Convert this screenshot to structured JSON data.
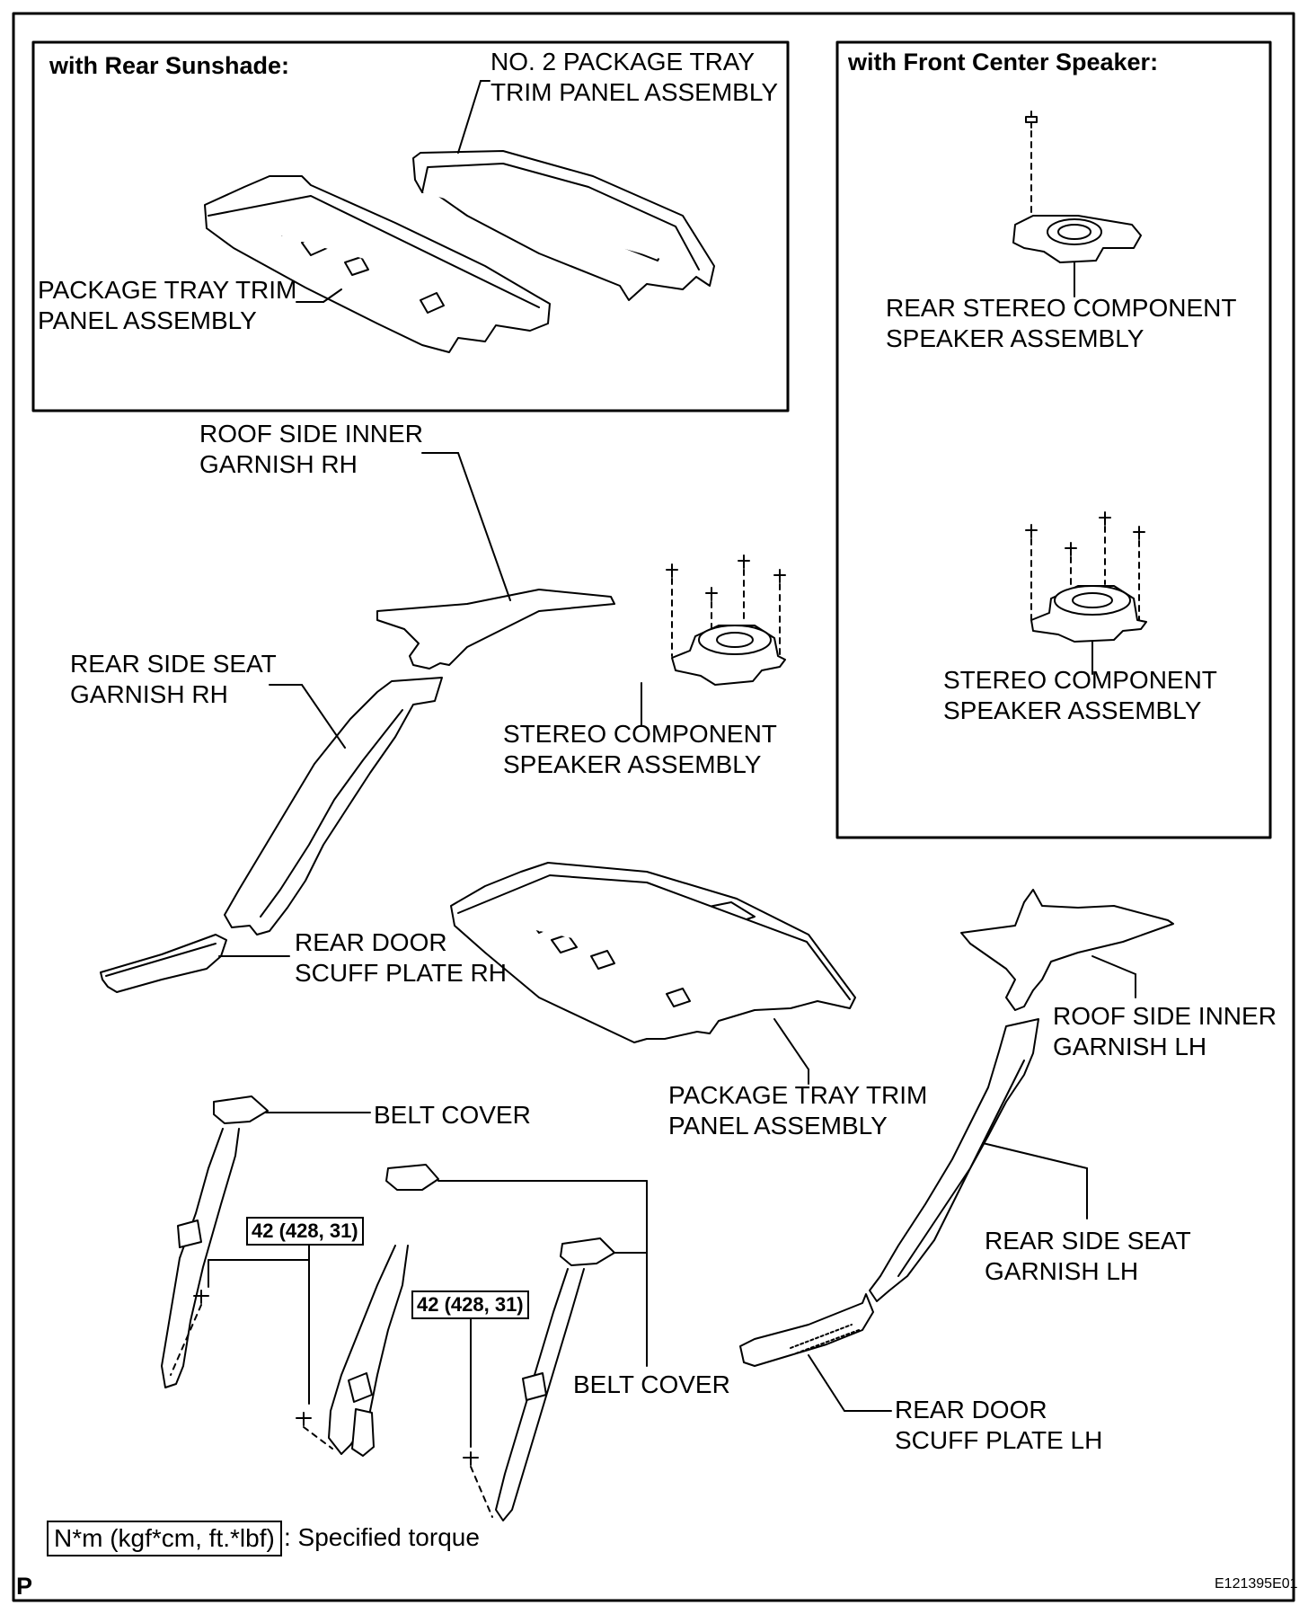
{
  "insets": {
    "rear_sunshade": {
      "heading": "with Rear Sunshade:",
      "no2_tray": "NO. 2 PACKAGE TRAY\nTRIM PANEL ASSEMBLY",
      "tray": "PACKAGE TRAY TRIM\nPANEL ASSEMBLY"
    },
    "front_center_speaker": {
      "heading": "with Front Center Speaker:",
      "rear_stereo": "REAR STEREO COMPONENT\nSPEAKER ASSEMBLY",
      "stereo": "STEREO COMPONENT\nSPEAKER ASSEMBLY"
    }
  },
  "labels": {
    "roof_rh": "ROOF SIDE INNER\nGARNISH RH",
    "rear_side_seat_rh": "REAR SIDE SEAT\nGARNISH RH",
    "stereo_main": "STEREO COMPONENT\nSPEAKER ASSEMBLY",
    "scuff_rh": "REAR DOOR\nSCUFF PLATE RH",
    "tray_main": "PACKAGE TRAY TRIM\nPANEL ASSEMBLY",
    "roof_lh": "ROOF SIDE INNER\nGARNISH LH",
    "belt_cover_1": "BELT COVER",
    "belt_cover_2": "BELT COVER",
    "rear_side_seat_lh": "REAR SIDE SEAT\nGARNISH LH",
    "scuff_lh": "REAR DOOR\nSCUFF PLATE LH"
  },
  "torque": {
    "value_1": "42 (428, 31)",
    "value_2": "42 (428, 31)"
  },
  "legend": {
    "unit_box": "N*m (kgf*cm, ft.*lbf)",
    "description": ": Specified torque"
  },
  "footer": {
    "page_letter": "P",
    "figure_id": "E121395E01"
  }
}
